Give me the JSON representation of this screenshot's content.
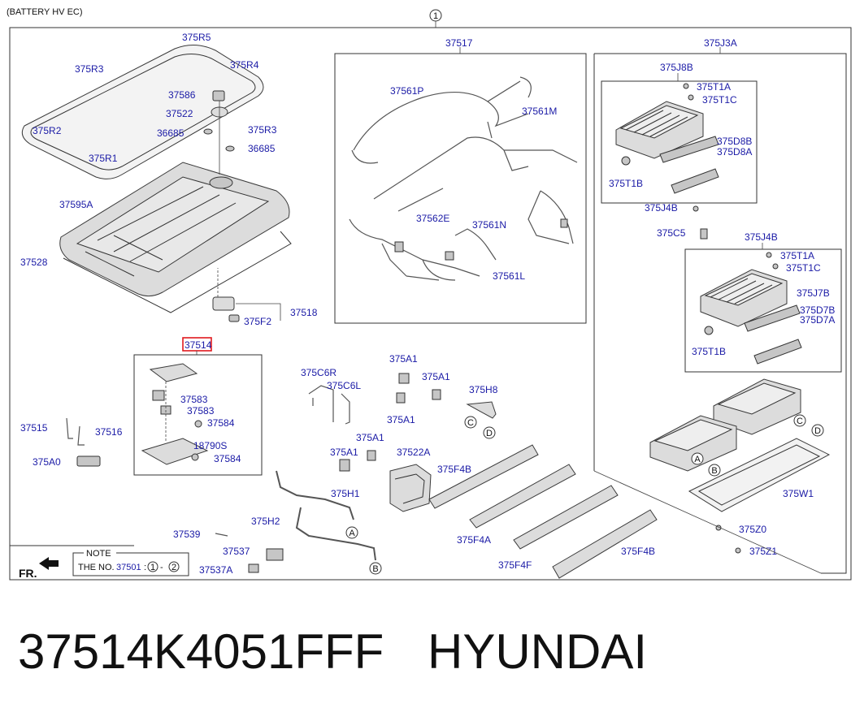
{
  "header": {
    "subtitle": "(BATTERY HV EC)",
    "ref_marker": "1"
  },
  "sections": {
    "s1": "37517",
    "s2": "375J3A",
    "s3": "375J8B",
    "s4": "375J4B"
  },
  "labels": {
    "l375R5": "375R5",
    "l375R3a": "375R3",
    "l375R4": "375R4",
    "l37586": "37586",
    "l37522": "37522",
    "l36685a": "36685",
    "l375R3b": "375R3",
    "l36685b": "36685",
    "l375R2": "375R2",
    "l375R1": "375R1",
    "l37595A": "37595A",
    "l37528": "37528",
    "l37518": "37518",
    "l375F2": "375F2",
    "l37561P": "37561P",
    "l37561M": "37561M",
    "l37562E": "37562E",
    "l37561N": "37561N",
    "l37561L": "37561L",
    "l375T1A_a": "375T1A",
    "l375T1C_a": "375T1C",
    "l375D8B": "375D8B",
    "l375D8A": "375D8A",
    "l375T1B_a": "375T1B",
    "l375J4B_a": "375J4B",
    "l375C5": "375C5",
    "l375T1A_b": "375T1A",
    "l375T1C_b": "375T1C",
    "l375J7B": "375J7B",
    "l375D7B": "375D7B",
    "l375D7A": "375D7A",
    "l375T1B_b": "375T1B",
    "l37514": "37514",
    "l37583a": "37583",
    "l37583b": "37583",
    "l37584a": "37584",
    "l18790S": "18790S",
    "l37584b": "37584",
    "l37515": "37515",
    "l37516": "37516",
    "l375A0": "375A0",
    "l375C6R": "375C6R",
    "l375C6L": "375C6L",
    "l375A1_a": "375A1",
    "l375A1_b": "375A1",
    "l375A1_c": "375A1",
    "l375A1_d": "375A1",
    "l375A1_e": "375A1",
    "l375H8": "375H8",
    "l37522A": "37522A",
    "l375F4B_a": "375F4B",
    "l375F4A": "375F4A",
    "l375F4F": "375F4F",
    "l375F4B_b": "375F4B",
    "l375H1": "375H1",
    "l375H2": "375H2",
    "l37539": "37539",
    "l37537": "37537",
    "l37537A": "37537A",
    "l375W1": "375W1",
    "l375Z0": "375Z0",
    "l375Z1": "375Z1"
  },
  "callouts": {
    "A": "A",
    "B": "B",
    "C": "C",
    "D": "D"
  },
  "note": {
    "title": "NOTE",
    "prefix": "THE NO.",
    "number": "37501",
    "sep": ":",
    "c1": "1",
    "dash": "-",
    "c2": "2"
  },
  "front_label": "FR.",
  "footer": {
    "part_number": "37514K4051FFF",
    "brand": "HYUNDAI"
  },
  "colors": {
    "label_blue": "#1a1aa6",
    "highlight_red": "#e0191e"
  }
}
